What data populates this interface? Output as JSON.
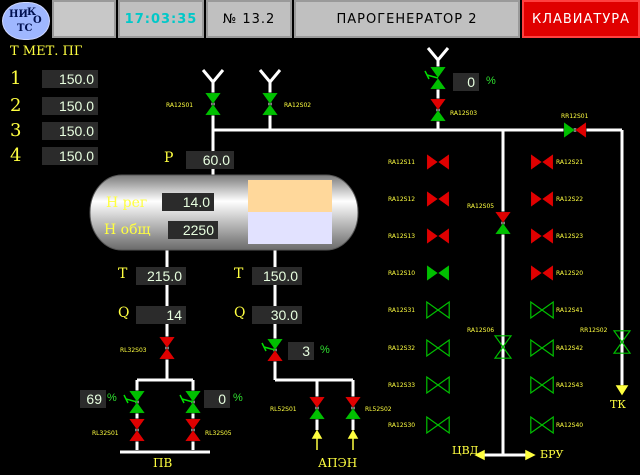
{
  "header": {
    "clock": "17:03:35",
    "number": "№ 13.2",
    "title": "ПАРОГЕНЕРАТОР 2",
    "keyboard": "КЛАВИАТУРА"
  },
  "logo": {
    "line1": "НИ",
    "line2": "ТС",
    "k": "К",
    "o": "О"
  },
  "metal": {
    "title": "Т МЕТ. ПГ",
    "rows": [
      {
        "index": "1",
        "value": "150.0"
      },
      {
        "index": "2",
        "value": "150.0"
      },
      {
        "index": "3",
        "value": "150.0"
      },
      {
        "index": "4",
        "value": "150.0"
      }
    ]
  },
  "pressure": {
    "label": "Р",
    "value": "60.0"
  },
  "vessel": {
    "h_reg_label": "Н рег",
    "h_reg_value": "14.0",
    "h_total_label": "Н общ",
    "h_total_value": "2250"
  },
  "left_branch": {
    "t_label": "Т",
    "t_value": "215.0",
    "q_label": "Q",
    "q_value": "14"
  },
  "right_branch": {
    "t_label": "Т",
    "t_value": "150.0",
    "q_label": "Q",
    "q_value": "30.0",
    "valve_pct": "3",
    "pct_unit": "%"
  },
  "pv": {
    "left_pct": "69",
    "right_pct": "0",
    "pct_unit": "%",
    "outlet": "ПВ"
  },
  "apen": {
    "outlet": "АПЭН"
  },
  "top_reg": {
    "pct": "0",
    "pct_unit": "%"
  },
  "outlets": {
    "cvd": "ЦВД",
    "bru": "БРУ",
    "tk": "ТК"
  },
  "valves": {
    "RA12S01": "RA12S01",
    "RA12S02": "RA12S02",
    "RA12S03": "RA12S03",
    "RR12S01": "RR12S01",
    "RA12S05": "RA12S05",
    "RA12S06": "RA12S06",
    "RR12S02": "RR12S02",
    "RL32S03": "RL32S03",
    "RL32S01": "RL32S01",
    "RL32S05": "RL32S05",
    "RL52S01": "RL52S01",
    "RL52S02": "RL52S02",
    "RA12S11": "RA12S11",
    "RA12S12": "RA12S12",
    "RA12S13": "RA12S13",
    "RA12S10": "RA12S10",
    "RA12S31": "RA12S31",
    "RA12S32": "RA12S32",
    "RA12S33": "RA12S33",
    "RA12S30": "RA12S30",
    "RA12S21": "RA12S21",
    "RA12S22": "RA12S22",
    "RA12S23": "RA12S23",
    "RA12S20": "RA12S20",
    "RA12S41": "RA12S41",
    "RA12S42": "RA12S42",
    "RA12S43": "RA12S43",
    "RA12S40": "RA12S40"
  },
  "colors": {
    "open": "#00c000",
    "closed": "#e00000",
    "pipe": "#ffffff",
    "value_bg": "#2b2b2b",
    "label": "#ffff40",
    "percent": "#2fe02f"
  }
}
